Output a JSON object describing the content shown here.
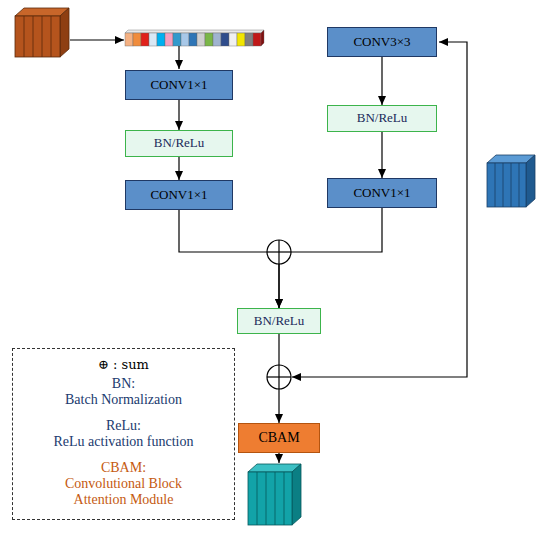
{
  "diagram": {
    "nodes": [
      {
        "text": [
          "CONV1×1"
        ]
      },
      {
        "text": [
          "BN/ReLu"
        ]
      },
      {
        "text": [
          "CONV1×1"
        ]
      },
      {
        "text": [
          "CONV3×3"
        ]
      },
      {
        "text": [
          "BN/ReLu"
        ]
      },
      {
        "text": [
          "CONV1×1"
        ]
      },
      {
        "text": [
          "BN/ReLu"
        ]
      },
      {
        "text": [
          "CBAM"
        ]
      }
    ],
    "edges": [
      {
        "from": 0,
        "to": 1,
        "arrow": "to"
      },
      {
        "from": 1,
        "to": 2,
        "arrow": "to"
      },
      {
        "from": 3,
        "to": 4,
        "arrow": "to"
      },
      {
        "from": 4,
        "to": 5,
        "arrow": "to"
      },
      {
        "from": 2,
        "to": 6,
        "arrow": "to"
      },
      {
        "from": 5,
        "to": 6,
        "arrow": "to"
      },
      {
        "from": 6,
        "to": 7,
        "arrow": "to"
      }
    ],
    "labels": [
      "⊕ : sum",
      "BN:",
      "Batch Normalization",
      "ReLu:",
      "ReLu activation function",
      "CBAM:",
      "Convolutional Block Attention Module"
    ]
  }
}
